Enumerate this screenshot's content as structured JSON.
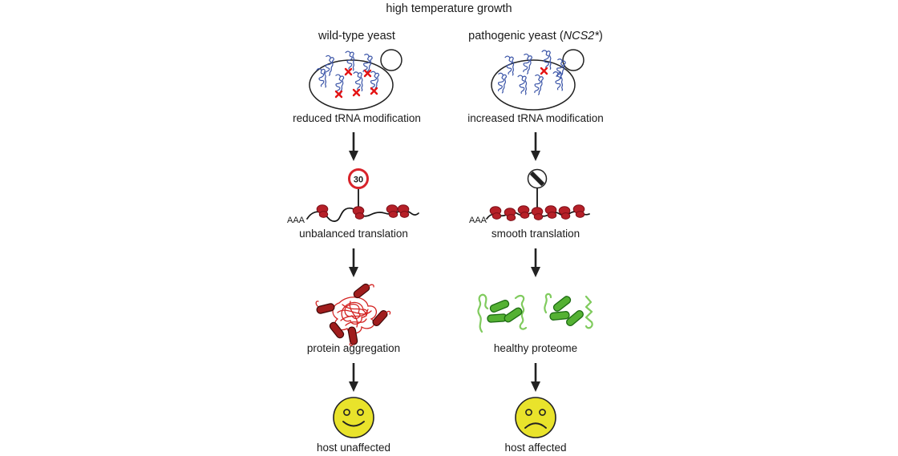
{
  "title": "high temperature growth",
  "columns": {
    "left": {
      "header": "wild-type yeast",
      "cell_caption": "reduced tRNA modification",
      "poly_a": "AAA",
      "speed_sign": "30",
      "translation_caption": "unbalanced translation",
      "proteome_caption": "protein aggregation",
      "host_caption": "host unaffected"
    },
    "right": {
      "header_prefix": "pathogenic yeast (",
      "header_gene": "NCS2*",
      "header_suffix": ")",
      "cell_caption": "increased tRNA modification",
      "poly_a": "AAA",
      "translation_caption": "smooth translation",
      "proteome_caption": "healthy proteome",
      "host_caption": "host affected"
    }
  },
  "icons": {
    "speed_limit_sign": "speed-limit-30-sign",
    "no_limit_sign": "end-of-speed-limit-sign",
    "happy_face": "smiley-happy",
    "sad_face": "smiley-sad",
    "trna": "trna-scribble",
    "trna_missing_modification": "red-x-mark",
    "ribosome": "ribosome-blob",
    "down_arrow": "downward-arrow"
  },
  "colors": {
    "trna_blue": "#3b55a8",
    "cross_red": "#e51414",
    "ribosome_red": "#b62028",
    "ribosome_outline": "#7e0f18",
    "mrna_black": "#151515",
    "sign_red": "#d8232a",
    "aggregate_red": "#d32221",
    "helix_red": "#a01d1d",
    "helix_red_outline": "#3f0808",
    "protein_green": "#54b133",
    "protein_green_outline": "#1d6b13",
    "ribbon_green": "#80cb5e",
    "smiley_yellow": "#e9e32b",
    "outline_black": "#222222",
    "text_black": "#1a1a1a"
  }
}
